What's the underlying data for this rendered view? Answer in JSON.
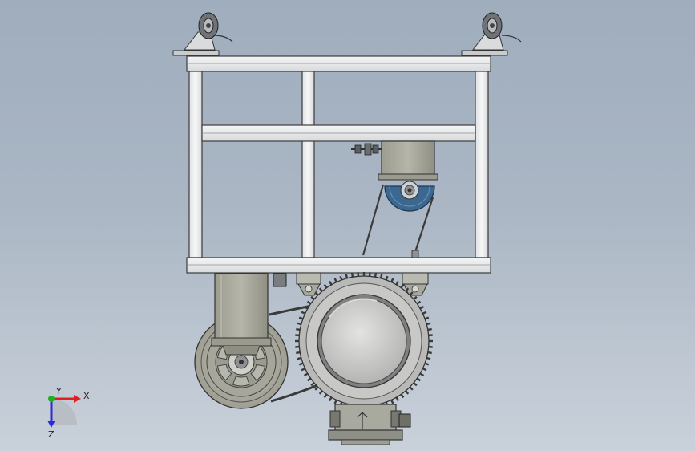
{
  "triad": {
    "x_label": "X",
    "y_label": "Y",
    "z_label": "Z",
    "x_color": "#e0201e",
    "y_color": "#1fb21f",
    "z_color": "#2a2ad8"
  },
  "colors": {
    "frame": "#f1f2f3",
    "frame_edge": "#3c3c3c",
    "motor": "#c7c8c6",
    "housing": "#a9a99e",
    "wheel_blue": "#3a6890"
  }
}
